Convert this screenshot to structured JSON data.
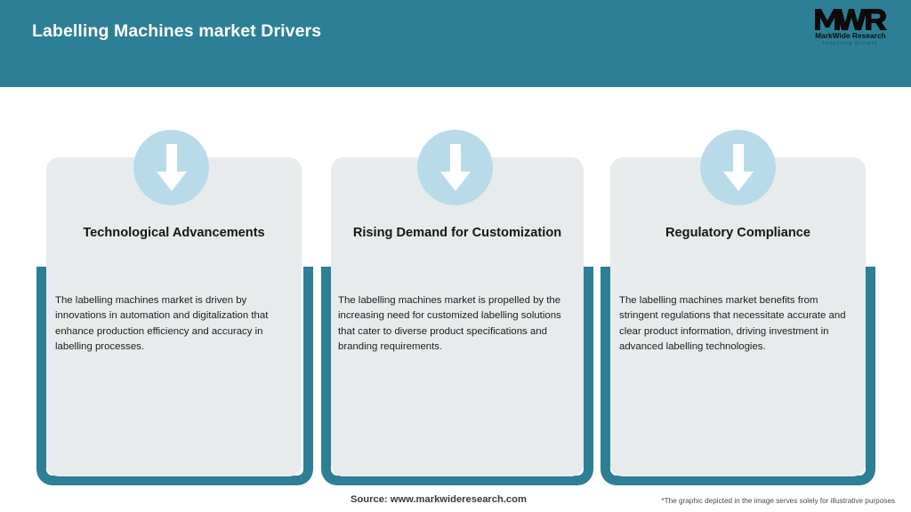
{
  "header": {
    "title": "Labelling Machines market Drivers",
    "background_color": "#2d7f96",
    "title_color": "#ffffff"
  },
  "logo": {
    "mark": "MWR",
    "name": "MarkWide Research",
    "tagline": "Inspiring Growth"
  },
  "theme": {
    "accent": "#2d7f96",
    "card_background": "#e8ebec",
    "icon_circle": "#b9dbe9",
    "icon_arrow": "#ffffff"
  },
  "cards": [
    {
      "icon": "arrow-down-icon",
      "title": "Technological Advancements",
      "body": "The labelling machines market is driven by innovations in automation and digitalization that enhance production efficiency and accuracy in labelling processes."
    },
    {
      "icon": "arrow-down-icon",
      "title": "Rising Demand for Customization",
      "body": "The labelling machines market is propelled by the increasing need for customized labelling solutions that cater to diverse product specifications and branding requirements."
    },
    {
      "icon": "arrow-down-icon",
      "title": "Regulatory Compliance",
      "body": "The labelling machines market benefits from stringent regulations that necessitate accurate and clear product information, driving investment in advanced labelling technologies."
    }
  ],
  "footer": {
    "source": "Source: www.markwideresearch.com",
    "disclaimer": "*The graphic depicted in the image serves solely for illustrative purposes"
  }
}
